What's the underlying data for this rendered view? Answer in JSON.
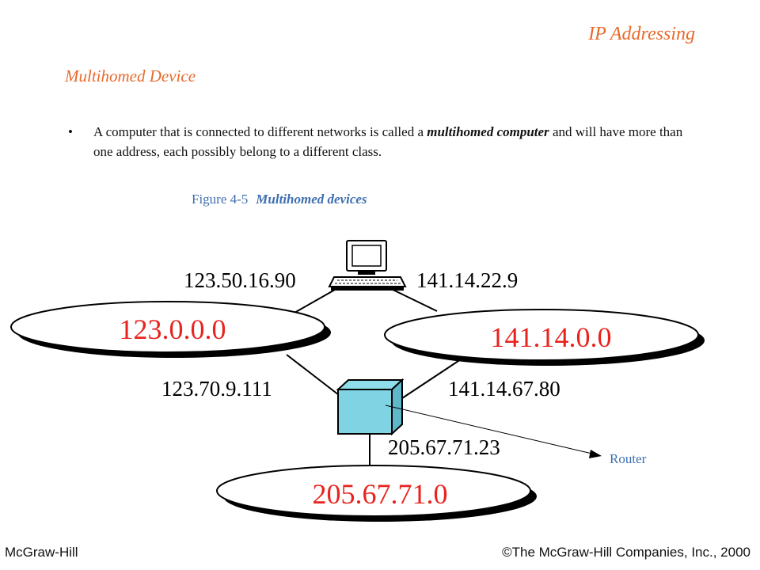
{
  "slide": {
    "title": "IP Addressing",
    "subtitle": "Multihomed Device",
    "bullet": {
      "text_before": "A computer that is connected to different networks is called a ",
      "emphasis": "multihomed computer",
      "text_after": " and will have more than one address, each possibly belong to a different class."
    },
    "figure_caption": {
      "number": "Figure  4-5",
      "name": "Multihomed devices"
    }
  },
  "diagram": {
    "networks": [
      "123.0.0.0",
      "141.14.0.0",
      "205.67.71.0"
    ],
    "computer_addresses": [
      "123.50.16.90",
      "141.14.22.9"
    ],
    "router_addresses": [
      "123.70.9.111",
      "141.14.67.80",
      "205.67.71.23"
    ],
    "router_label": "Router",
    "network_label_color": "#e8231e",
    "router_color": "#7fd3e3",
    "callout_color": "#3f6fb0"
  },
  "footer": {
    "publisher": "McGraw-Hill",
    "copyright": "©The McGraw-Hill Companies, Inc., 2000"
  }
}
